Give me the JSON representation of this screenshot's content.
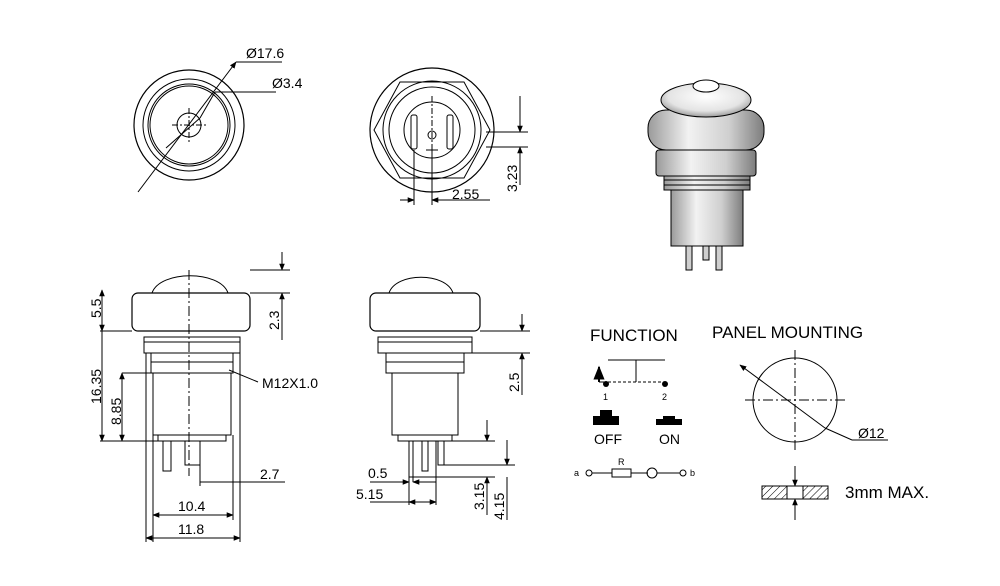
{
  "dimensions": {
    "top_outer_dia": "Ø17.6",
    "top_led_dia": "Ø3.4",
    "rear_pin_offset": "2.55",
    "rear_pin_height": "3.23",
    "side_cap_height": "5.5",
    "side_cap_top": "2.3",
    "side_total_height": "16.35",
    "side_body_height": "8.85",
    "thread": "M12X1.0",
    "side_pin_width": "2.7",
    "side_body_width": "10.4",
    "side_nut_width": "11.8",
    "side2_panel": "2.5",
    "side2_pin_thickness": "0.5",
    "side2_pin_offset": "5.15",
    "side2_pin_len1": "3.15",
    "side2_pin_len2": "4.15"
  },
  "function": {
    "title": "FUNCTION",
    "pin1": "1",
    "pin2": "2",
    "off_label": "OFF",
    "on_label": "ON",
    "node_a": "a",
    "node_b": "b",
    "resistor": "R"
  },
  "panel": {
    "title": "PANEL MOUNTING",
    "hole_dia": "Ø12",
    "thickness": "3mm MAX."
  }
}
